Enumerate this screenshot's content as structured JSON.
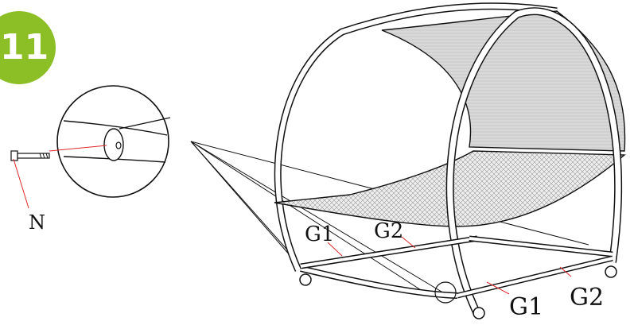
{
  "step": {
    "number": "11",
    "badge_color": "#8cbf26"
  },
  "labels": {
    "n": "N",
    "g1_left": "G1",
    "g2_left": "G2",
    "g1_right": "G1",
    "g2_right": "G2"
  },
  "colors": {
    "line": "#111111",
    "leader": "#e0282a",
    "canopy": "#d6d6d6",
    "mesh": "#e7e7e7"
  }
}
